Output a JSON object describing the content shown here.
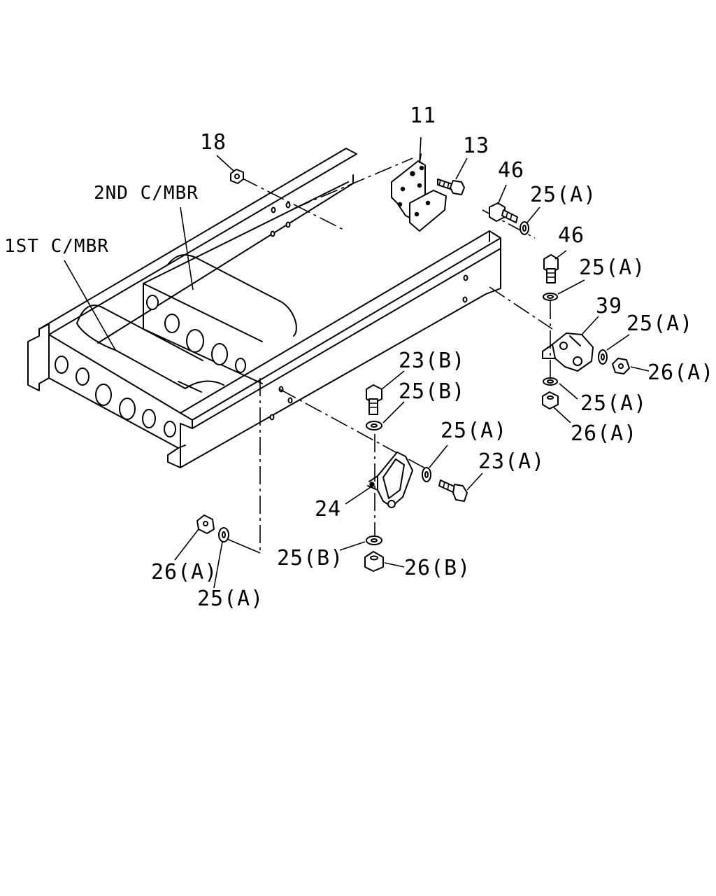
{
  "labels": {
    "member_2nd": "2ND C/MBR",
    "member_1st": "1ST C/MBR",
    "p11": "11",
    "p13": "13",
    "p18": "18",
    "p46_a": "46",
    "p46_b": "46",
    "p25a_1": "25(A)",
    "p25a_2": "25(A)",
    "p39": "39",
    "p25a_3": "25(A)",
    "p26a_1": "26(A)",
    "p25a_4": "25(A)",
    "p26a_2": "26(A)",
    "p23b": "23(B)",
    "p25b_1": "25(B)",
    "p25a_5": "25(A)",
    "p23a": "23(A)",
    "p24": "24",
    "p25b_2": "25(B)",
    "p26b": "26(B)",
    "p26a_3": "26(A)",
    "p25a_6": "25(A)"
  },
  "colors": {
    "ink": "#000000",
    "paper": "#ffffff"
  }
}
